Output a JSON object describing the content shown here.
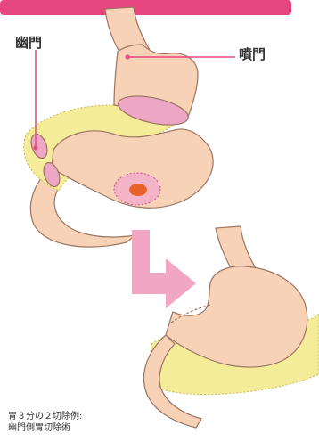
{
  "labels": {
    "pylorus": "幽門",
    "cardia": "噴門"
  },
  "caption": {
    "line1": "胃３分の２切除例:",
    "line2": "幽門側胃切除術"
  },
  "colors": {
    "banner": "#e6467f",
    "stomach_fill": "#f8d2b6",
    "stomach_stroke": "#9a7562",
    "fat_fill": "#f5ec9a",
    "fat_stroke": "#c8b84e",
    "lumen_fill": "#eda7c5",
    "lesion_outer": "#f4b4c8",
    "lesion_inner": "#e8632c",
    "arrow_fill": "#f1a7c3",
    "leader_line": "#e6467f"
  },
  "icons": {
    "transition_arrow": "arrow-right-down"
  }
}
